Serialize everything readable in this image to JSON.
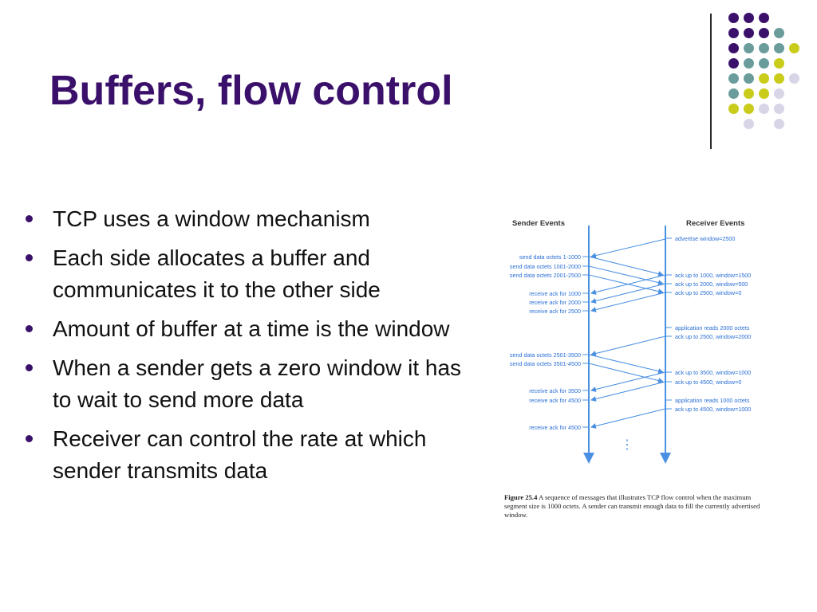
{
  "slide": {
    "title": "Buffers, flow control",
    "bullets": [
      "TCP uses a window mechanism",
      "Each side allocates a buffer and communicates it to the other side",
      "Amount of buffer at a time is the window",
      "When a sender gets a zero window it has to wait to send more data",
      "Receiver can control the rate at which sender transmits data"
    ]
  },
  "colors": {
    "title": "#3a106b",
    "dot_purple": "#3a106b",
    "dot_teal": "#6a9c9c",
    "dot_yellow": "#c9cc1a",
    "dot_lavender": "#d7d5e6",
    "diagram_blue": "#4a90e2"
  },
  "figure": {
    "sender_header": "Sender Events",
    "receiver_header": "Receiver Events",
    "sender_labels": [
      "send data octets 1-1000",
      "send data octets 1001-2000",
      "send data octets 2001-2500",
      "receive ack for 1000",
      "receive ack for 2000",
      "receive ack for 2500",
      "send data octets 2501-3500",
      "send data octets 3501-4500",
      "receive ack for 3500",
      "receive ack for 4500",
      "receive ack for 4500"
    ],
    "receiver_labels": [
      "advertise window=2500",
      "ack up to 1000, window=1500",
      "ack up to 2000, window=500",
      "ack up to 2500, window=0",
      "application reads 2000 octets",
      "ack up to 2500, window=2000",
      "ack up to 3500, window=1000",
      "ack up to 4500, window=0",
      "application reads 1000 octets",
      "ack up to 4500, window=1000"
    ],
    "ellipsis": "⋮",
    "caption_figure": "Figure 25.4",
    "caption_text": "A sequence of messages that illustrates TCP flow control when the maximum segment size is 1000 octets. A sender can transmit enough data to fill the currently advertised window."
  }
}
